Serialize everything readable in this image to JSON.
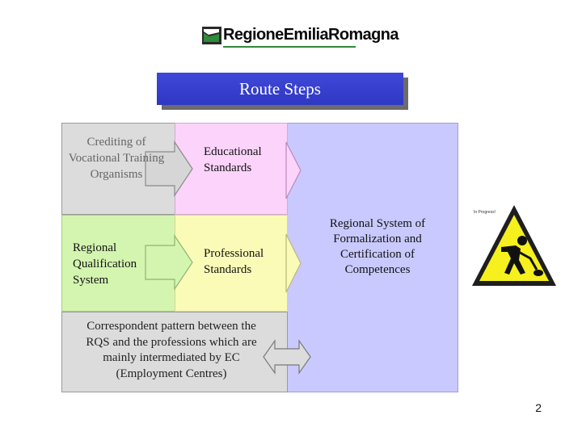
{
  "logo": {
    "text": "RegioneEmiliaRomagna",
    "icon": "region-emblem-icon"
  },
  "title": "Route Steps",
  "boxes": {
    "crediting": "Crediting of Vocational Training Organisms",
    "educational": "Educational Standards",
    "regional_qualification": "Regional Qualification System",
    "professional": "Professional Standards",
    "regional_system": "Regional System of Formalization and Certification of Competences",
    "pattern": "Correspondent pattern between the RQS and the professions which are mainly intermediated by EC (Employment Centres)"
  },
  "sign": {
    "label": "In Progress!",
    "icon": "road-works-warning-icon"
  },
  "page_number": "2",
  "colors": {
    "title_bg": "#2f37c4",
    "regional_block": "#c9c9ff",
    "crediting": "#dcdcdc",
    "educational": "#fbd3fb",
    "regional_qualification": "#d4f5b0",
    "professional": "#fbfbb8",
    "sign_fill": "#f5f01e"
  }
}
